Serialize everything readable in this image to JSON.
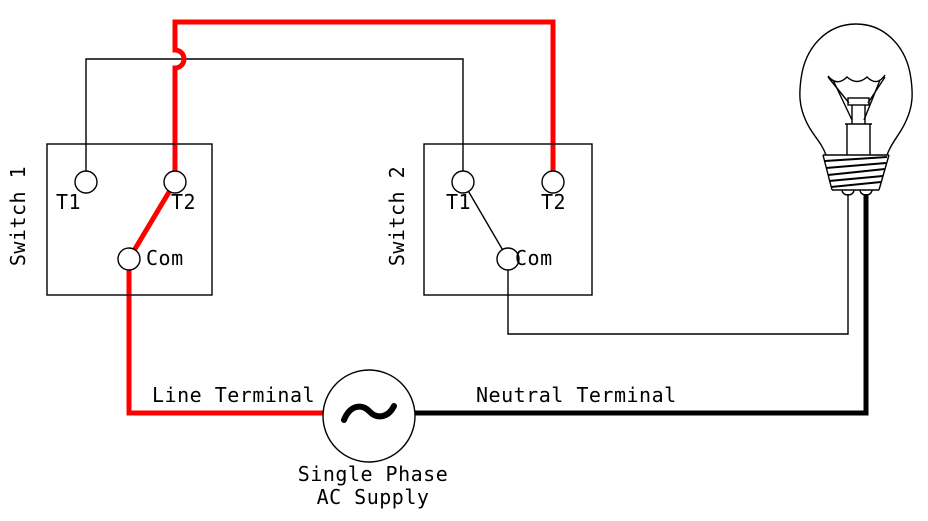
{
  "colors": {
    "live_wire": "#ff0000",
    "neutral_wire": "#000000",
    "outline": "#000000",
    "background": "#ffffff"
  },
  "switch1": {
    "label": "Switch 1",
    "t1": "T1",
    "t2": "T2",
    "com": "Com"
  },
  "switch2": {
    "label": "Switch 2",
    "t1": "T1",
    "t2": "T2",
    "com": "Com"
  },
  "supply": {
    "line_terminal_label": "Line Terminal",
    "neutral_terminal_label": "Neutral Terminal",
    "caption_line1": "Single Phase",
    "caption_line2": "AC Supply",
    "symbol": "~"
  },
  "icons": {
    "lamp": "incandescent-lamp-icon",
    "ac_source": "ac-source-icon"
  }
}
